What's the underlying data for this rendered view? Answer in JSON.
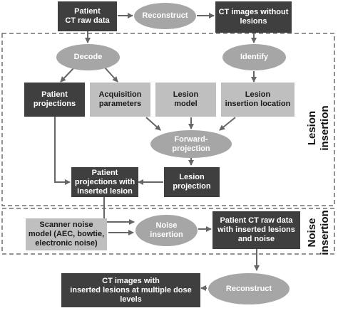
{
  "nodes": {
    "patient_raw": "Patient\nCT raw data",
    "reconstruct_top": "Reconstruct",
    "ct_without_lesions": "CT images without\nlesions",
    "decode": "Decode",
    "identify": "Identify",
    "patient_projections": "Patient\nprojections",
    "acquisition_parameters": "Acquisition\nparameters",
    "lesion_model": "Lesion\nmodel",
    "lesion_insertion_location": "Lesion\ninsertion location",
    "forward_projection": "Forward-\nprojection",
    "projections_with_lesion": "Patient\nprojections with\ninserted lesion",
    "lesion_projection": "Lesion\nprojection",
    "scanner_noise_model": "Scanner noise\nmodel (AEC, bowtie,\nelectronic noise)",
    "noise_insertion": "Noise\ninsertion",
    "raw_with_lesions_noise": "Patient CT raw data\nwith inserted lesions\nand noise",
    "reconstruct_bottom": "Reconstruct",
    "ct_multiple_dose": "CT images with\ninserted lesions at multiple dose levels"
  },
  "groups": {
    "lesion_insertion": "Lesion\ninsertion",
    "noise_insertion": "Noise\ninsertion"
  },
  "colors": {
    "dark_box": "#3f3f3f",
    "light_box": "#bfbfbf",
    "oval": "#a6a6a6",
    "arrow": "#666666",
    "dashed_border": "#555555"
  }
}
